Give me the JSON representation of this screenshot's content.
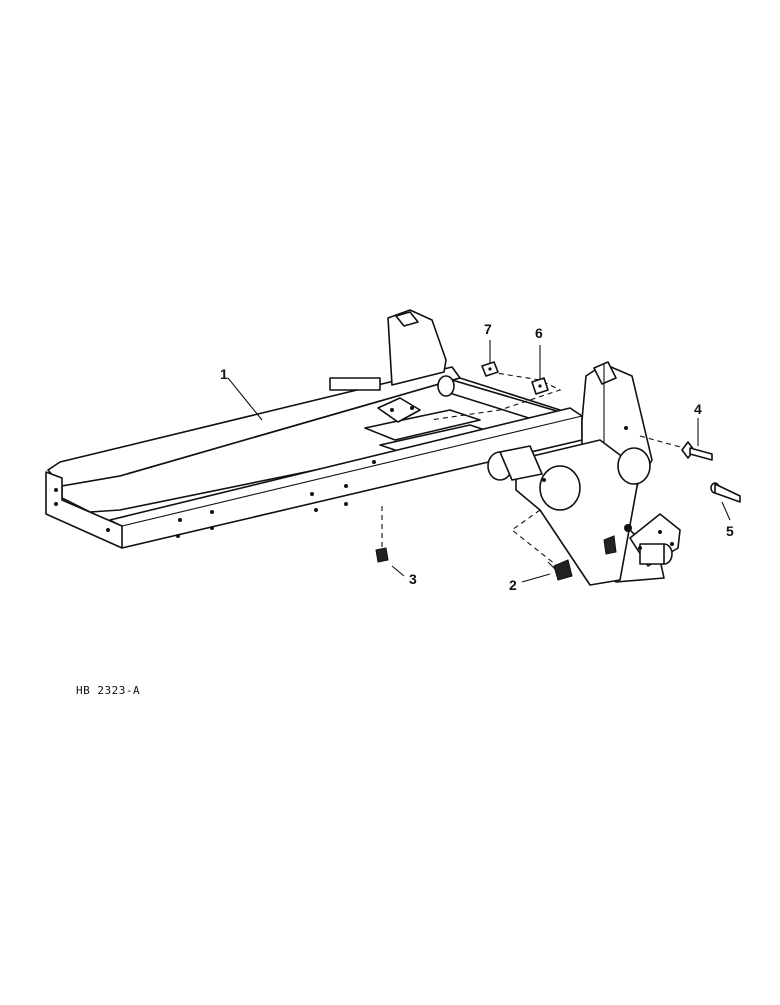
{
  "diagram": {
    "callouts": [
      {
        "id": "1",
        "label": "1"
      },
      {
        "id": "2",
        "label": "2"
      },
      {
        "id": "3",
        "label": "3"
      },
      {
        "id": "4",
        "label": "4"
      },
      {
        "id": "5",
        "label": "5"
      },
      {
        "id": "6",
        "label": "6"
      },
      {
        "id": "7",
        "label": "7"
      }
    ],
    "drawing_code": "HB 2323-A"
  }
}
